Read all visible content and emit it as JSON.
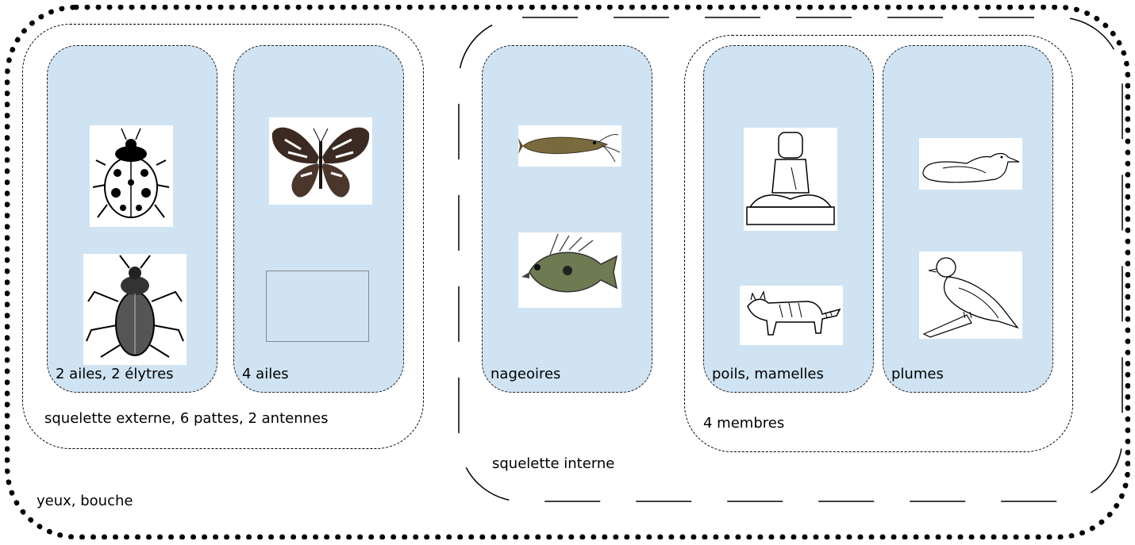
{
  "groups": {
    "all": "yeux, bouche",
    "external": "squelette externe, 6 pattes, 2 antennes",
    "internal": "squelette interne",
    "four_limbs": "4 membres"
  },
  "cards": [
    {
      "label": "2 ailes, 2 élytres",
      "animals": [
        "ladybug-icon",
        "beetle-icon"
      ]
    },
    {
      "label": "4 ailes",
      "animals": [
        "butterfly-icon"
      ]
    },
    {
      "label": "nageoires",
      "animals": [
        "catfish-icon",
        "john-dory-fish-icon"
      ]
    },
    {
      "label": "poils, mamelles",
      "animals": [
        "seated-human-icon",
        "wild-cat-icon"
      ]
    },
    {
      "label": "plumes",
      "animals": [
        "duck-icon",
        "pigeon-icon"
      ]
    }
  ],
  "colors": {
    "card_fill": "#cfe3f2",
    "border": "#000000"
  }
}
